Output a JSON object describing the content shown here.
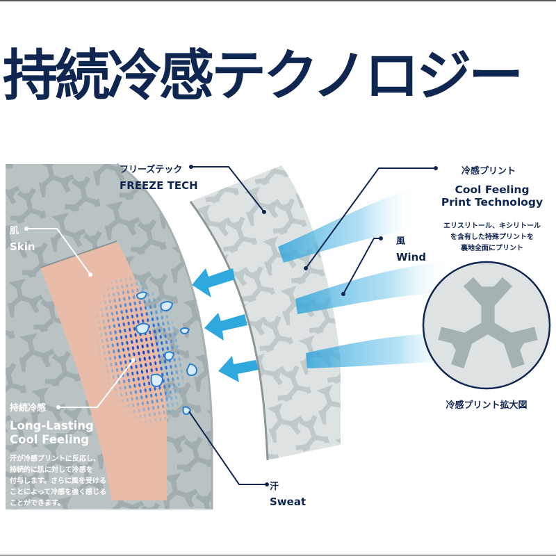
{
  "title": "持続冷感テクノロジー",
  "colors": {
    "navy": "#0f2650",
    "fabric_gray": "#b8c1c2",
    "fabric_light": "#dfe4e4",
    "skin": "#e9bba6",
    "wind_blue": "#2ea8dd",
    "cool_dot_dark": "#1c3fc4",
    "cool_dot_light": "#4fb6e0"
  },
  "labels": {
    "freeze_tech": {
      "jp": "フリーズテック",
      "en": "FREEZE TECH"
    },
    "cool_print": {
      "jp": "冷感プリント",
      "en_line1": "Cool Feeling",
      "en_line2": "Print Technology",
      "desc_line1": "エリスリトール、キシリトール",
      "desc_line2": "を含有した特殊プリントを",
      "desc_line3": "裏地全面にプリント"
    },
    "wind": {
      "jp": "風",
      "en": "Wind"
    },
    "skin": {
      "jp": "肌",
      "en": "Skin"
    },
    "long_lasting": {
      "jp": "持続冷感",
      "en_line1": "Long-Lasting",
      "en_line2": "Cool Feeling",
      "desc_line1": "汗が冷感プリントに反応し、",
      "desc_line2": "持続的に肌に対して冷感を",
      "desc_line3": "付与します。さらに風を受ける",
      "desc_line4": "ことによって冷感を強く感じる",
      "desc_line5": "ことができます。"
    },
    "sweat": {
      "jp": "汗",
      "en": "Sweat"
    },
    "print_zoom": {
      "caption": "冷感プリント拡大図"
    }
  }
}
